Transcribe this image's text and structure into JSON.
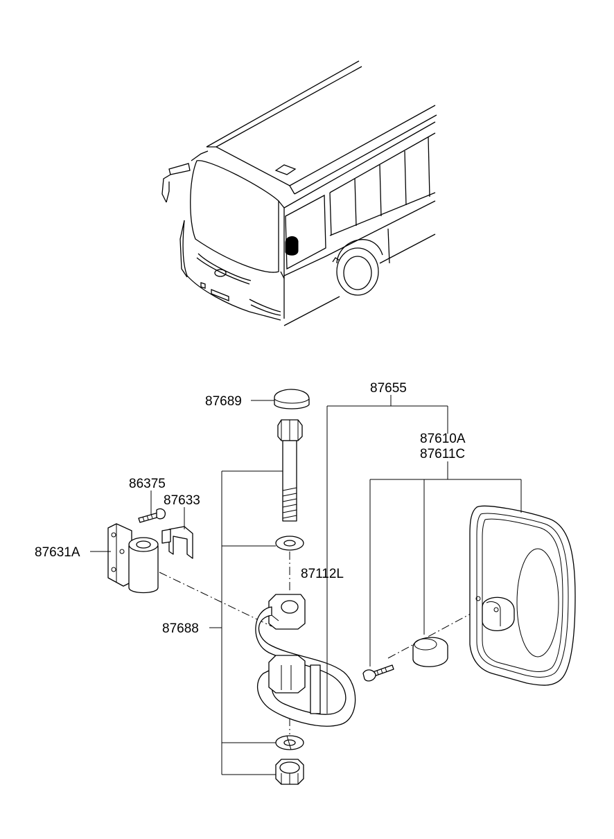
{
  "parts": [
    {
      "id": "p87689",
      "number": "87689"
    },
    {
      "id": "p87655",
      "number": "87655"
    },
    {
      "id": "p87610A",
      "number": "87610A"
    },
    {
      "id": "p87611C",
      "number": "87611C"
    },
    {
      "id": "p86375",
      "number": "86375"
    },
    {
      "id": "p87633",
      "number": "87633"
    },
    {
      "id": "p87631A",
      "number": "87631A"
    },
    {
      "id": "p87112L",
      "number": "87112L"
    },
    {
      "id": "p87688",
      "number": "87688"
    }
  ],
  "highlight_color": "#000000"
}
